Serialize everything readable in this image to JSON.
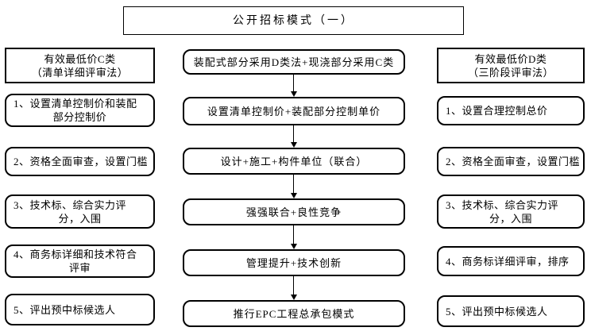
{
  "title": "公开招标模式（一）",
  "colors": {
    "border": "#000000",
    "background": "#ffffff",
    "text": "#000000"
  },
  "columns": {
    "left": {
      "header_lines": [
        "有效最低价C类",
        "（清单详细评审法）"
      ],
      "boxes": [
        {
          "lines": [
            "1、设置清单控制价和装配",
            "部分控制价"
          ]
        },
        {
          "lines": [
            "2、资格全面审查，设置门槛"
          ]
        },
        {
          "lines": [
            "3、技术标、综合实力评",
            "分，入围"
          ]
        },
        {
          "lines": [
            "4、商务标详细和技术符合",
            "评审"
          ]
        },
        {
          "lines": [
            "5、评出预中标候选人"
          ]
        }
      ]
    },
    "middle": {
      "header": "装配式部分采用D类法+现浇部分采用C类",
      "boxes": [
        "设置清单控制价+装配部分控制单价",
        "设计+施工+构件单位（联合）",
        "强强联合+良性竞争",
        "管理提升+技术创新",
        "推行EPC工程总承包模式"
      ]
    },
    "right": {
      "header_lines": [
        "有效最低价D类",
        "（三阶段评审法）"
      ],
      "boxes": [
        {
          "lines": [
            "1、设置合理控制总价"
          ]
        },
        {
          "lines": [
            "2、资格全面审查，设置门槛"
          ]
        },
        {
          "lines": [
            "3、技术标、综合实力评",
            "分，入围"
          ]
        },
        {
          "lines": [
            "4、商务标详细评审，排序"
          ]
        },
        {
          "lines": [
            "5、评出预中标候选人"
          ]
        }
      ]
    }
  }
}
